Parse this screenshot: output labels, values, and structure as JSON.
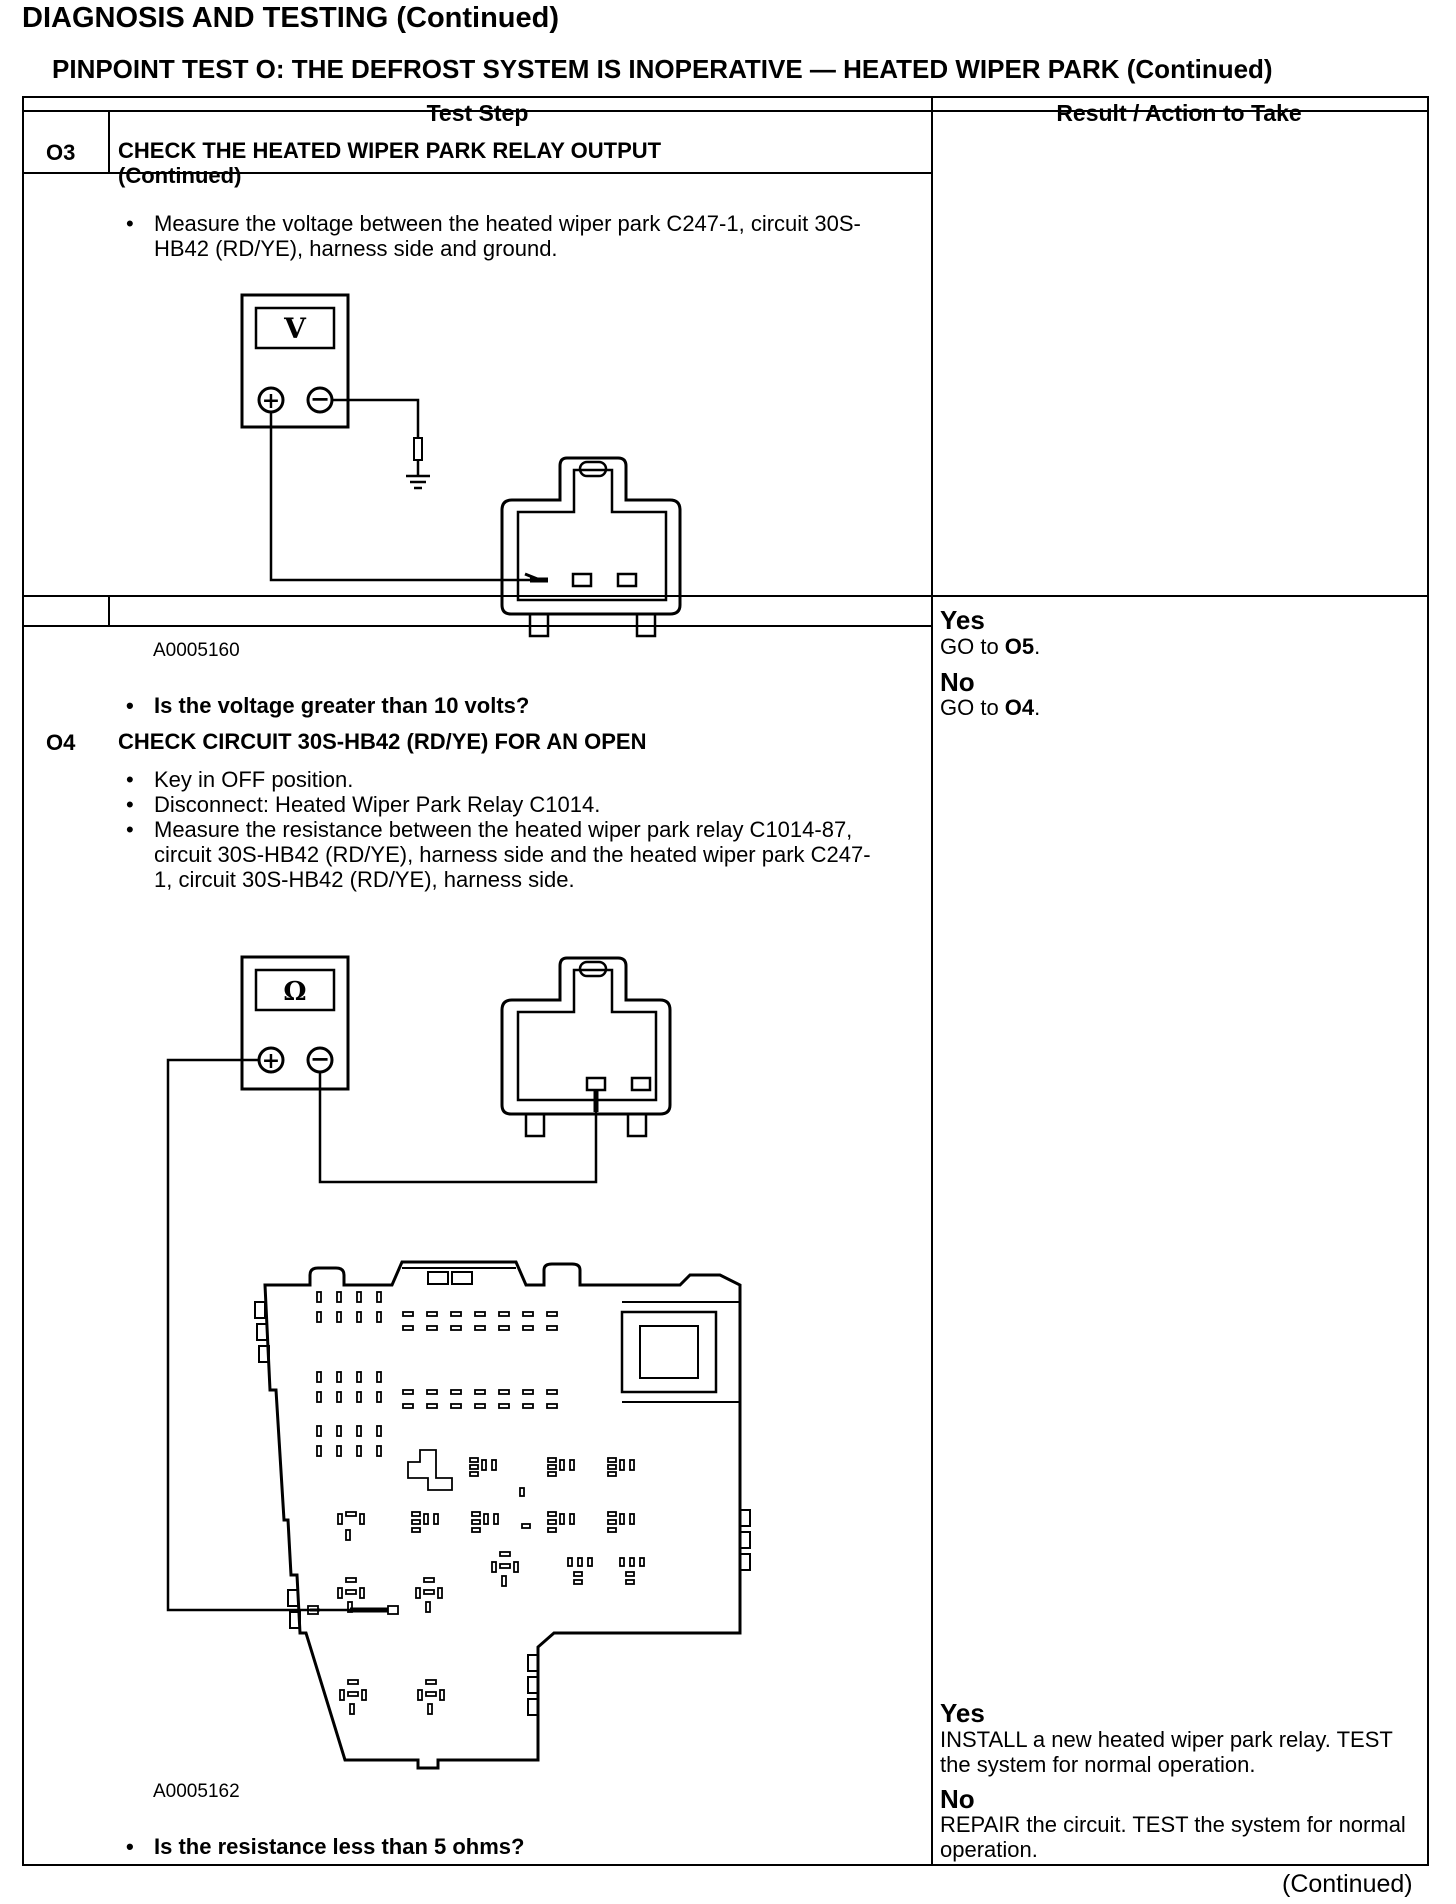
{
  "header": {
    "title": "DIAGNOSIS AND TESTING (Continued)",
    "subtitle": "PINPOINT TEST O: THE DEFROST SYSTEM IS INOPERATIVE — HEATED WIPER PARK (Continued)"
  },
  "table": {
    "col_test_step": "Test Step",
    "col_result": "Result / Action to Take"
  },
  "step_o3": {
    "num": "O3",
    "title": "CHECK THE HEATED WIPER PARK RELAY OUTPUT (Continued)",
    "instructions": [
      "Measure the voltage between the heated wiper park C247-1, circuit 30S-HB42 (RD/YE), harness side and ground."
    ],
    "meter_symbol": "V",
    "figure_id": "A0005160",
    "question": "Is the voltage greater than 10 volts?",
    "result": {
      "yes_label": "Yes",
      "yes_prefix": "GO to ",
      "yes_target": "O5",
      "yes_suffix": ".",
      "no_label": "No",
      "no_prefix": "GO to ",
      "no_target": "O4",
      "no_suffix": "."
    }
  },
  "step_o4": {
    "num": "O4",
    "title": "CHECK CIRCUIT 30S-HB42 (RD/YE) FOR AN OPEN",
    "instructions": [
      "Key in OFF position.",
      "Disconnect: Heated Wiper Park Relay C1014.",
      "Measure the resistance between the heated wiper park relay C1014-87, circuit 30S-HB42 (RD/YE), harness side and the heated wiper park C247-1, circuit 30S-HB42 (RD/YE), harness side."
    ],
    "meter_symbol": "Ω",
    "figure_id": "A0005162",
    "question": "Is the resistance less than 5 ohms?",
    "result": {
      "yes_label": "Yes",
      "yes_text": "INSTALL a new heated wiper park relay. TEST the system for normal operation.",
      "no_label": "No",
      "no_text": "REPAIR the circuit. TEST the system for normal operation."
    }
  },
  "footer": {
    "continued": "(Continued)"
  }
}
